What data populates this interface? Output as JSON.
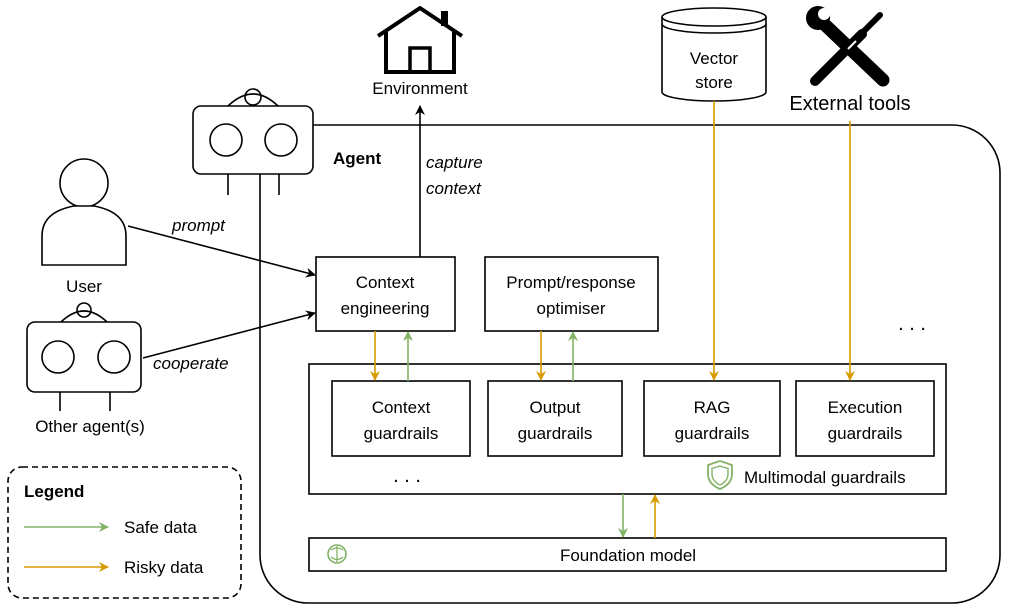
{
  "environment": {
    "label": "Environment"
  },
  "vector_store": {
    "line1": "Vector",
    "line2": "store"
  },
  "external_tools": {
    "label": "External tools"
  },
  "agent": {
    "label": "Agent"
  },
  "user": {
    "label": "User"
  },
  "other_agents": {
    "label": "Other agent(s)"
  },
  "edges": {
    "prompt": "prompt",
    "cooperate": "cooperate",
    "capture_line1": "capture",
    "capture_line2": "context"
  },
  "context_engineering": {
    "line1": "Context",
    "line2": "engineering"
  },
  "prompt_optimiser": {
    "line1": "Prompt/response",
    "line2": "optimiser"
  },
  "ellipsis_right": ". . .",
  "ellipsis_guardrails": ". . .",
  "guardrails": [
    {
      "line1": "Context",
      "line2": "guardrails"
    },
    {
      "line1": "Output",
      "line2": "guardrails"
    },
    {
      "line1": "RAG",
      "line2": "guardrails"
    },
    {
      "line1": "Execution",
      "line2": "guardrails"
    }
  ],
  "multimodal": {
    "label": "Multimodal guardrails"
  },
  "foundation_model": {
    "label": "Foundation model"
  },
  "legend": {
    "title": "Legend",
    "safe": "Safe data",
    "risky": "Risky data"
  },
  "colors": {
    "safe": "#82b366",
    "risky": "#d79b00",
    "shield": "#82b366",
    "brain": "#82b366"
  },
  "icons": [
    "house-icon",
    "database-icon",
    "tools-icon",
    "robot-icon",
    "user-icon",
    "shield-icon",
    "brain-icon"
  ]
}
